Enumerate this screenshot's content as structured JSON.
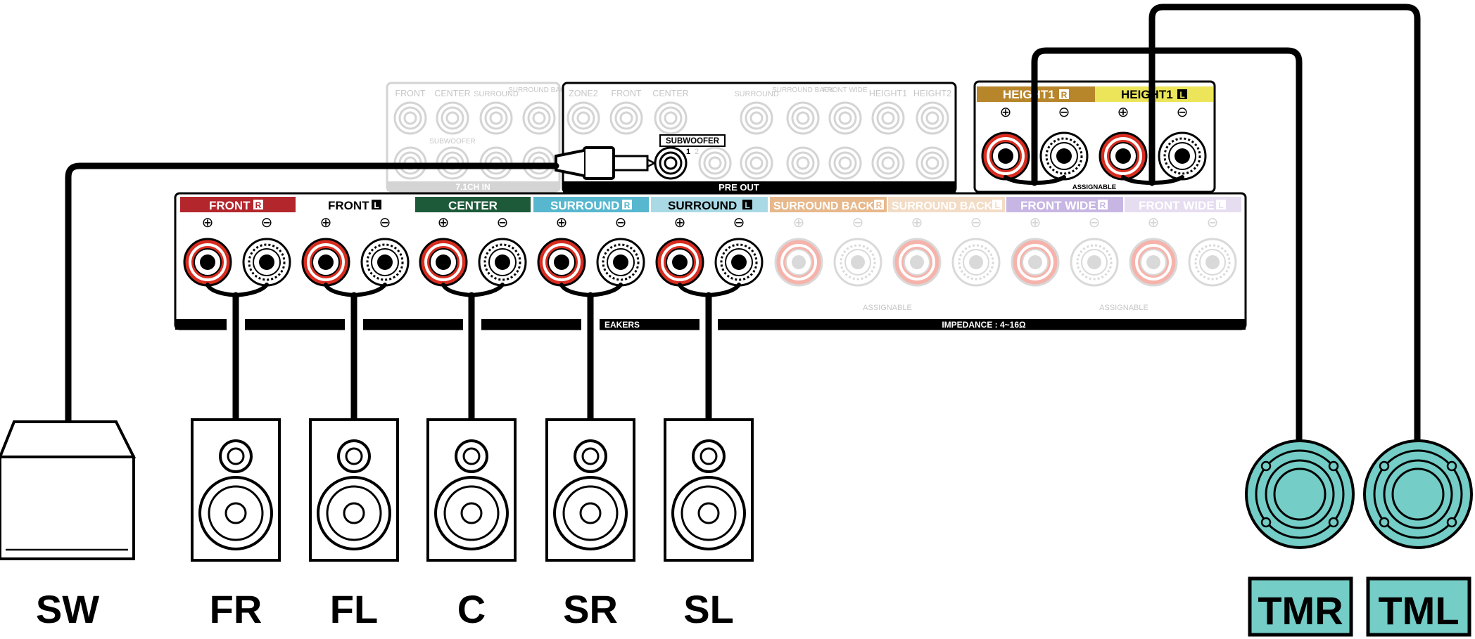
{
  "upper_panel": {
    "in_71_labels": [
      "FRONT",
      "CENTER",
      "SURROUND",
      "SURROUND BACK"
    ],
    "in_71_sub": "SUBWOOFER",
    "in_71_title": "7.1CH IN",
    "preout_labels": [
      "ZONE2",
      "FRONT",
      "CENTER",
      "SURROUND",
      "SURROUND BACK",
      "FRONT WIDE",
      "HEIGHT1",
      "HEIGHT2"
    ],
    "subwoofer_tag": "SUBWOOFER",
    "subwoofer_nums": [
      "1",
      "2"
    ],
    "preout_title": "PRE OUT"
  },
  "height_panel": {
    "tabs": [
      {
        "label": "HEIGHT1",
        "side": "R",
        "color": "#b8862a"
      },
      {
        "label": "HEIGHT1",
        "side": "L",
        "color": "#ece55a"
      }
    ],
    "assignable": "ASSIGNABLE"
  },
  "speaker_panel": {
    "tabs": [
      {
        "label": "FRONT",
        "side": "R",
        "color": "#b3262c",
        "active": true
      },
      {
        "label": "FRONT",
        "side": "L",
        "color": "#ffffff",
        "active": true
      },
      {
        "label": "CENTER",
        "side": "",
        "color": "#1d5a3a",
        "active": true
      },
      {
        "label": "SURROUND",
        "side": "R",
        "color": "#57b7cf",
        "active": true
      },
      {
        "label": "SURROUND",
        "side": "L",
        "color": "#aad9e6",
        "active": true
      },
      {
        "label": "SURROUND BACK",
        "side": "R",
        "color": "#e7b88b",
        "active": false
      },
      {
        "label": "SURROUND BACK",
        "side": "L",
        "color": "#f3dcc5",
        "active": false
      },
      {
        "label": "FRONT WIDE",
        "side": "R",
        "color": "#c7b6e3",
        "active": false
      },
      {
        "label": "FRONT WIDE",
        "side": "L",
        "color": "#e6ddf1",
        "active": false
      }
    ],
    "assignable": [
      "ASSIGNABLE",
      "ASSIGNABLE"
    ],
    "speakers_fragment": "EAKERS",
    "impedance": "IMPEDANCE : 4~16Ω"
  },
  "speaker_labels": [
    "SW",
    "FR",
    "FL",
    "C",
    "SR",
    "SL"
  ],
  "top_speakers": [
    {
      "label": "TMR",
      "color": "#74cdc6"
    },
    {
      "label": "TML",
      "color": "#74cdc6"
    }
  ],
  "symbols": {
    "plus": "⊕",
    "minus": "⊖"
  },
  "colors": {
    "terminal_red": "#d82d20",
    "wire": "#000000",
    "faded": "#cfcfcf"
  }
}
